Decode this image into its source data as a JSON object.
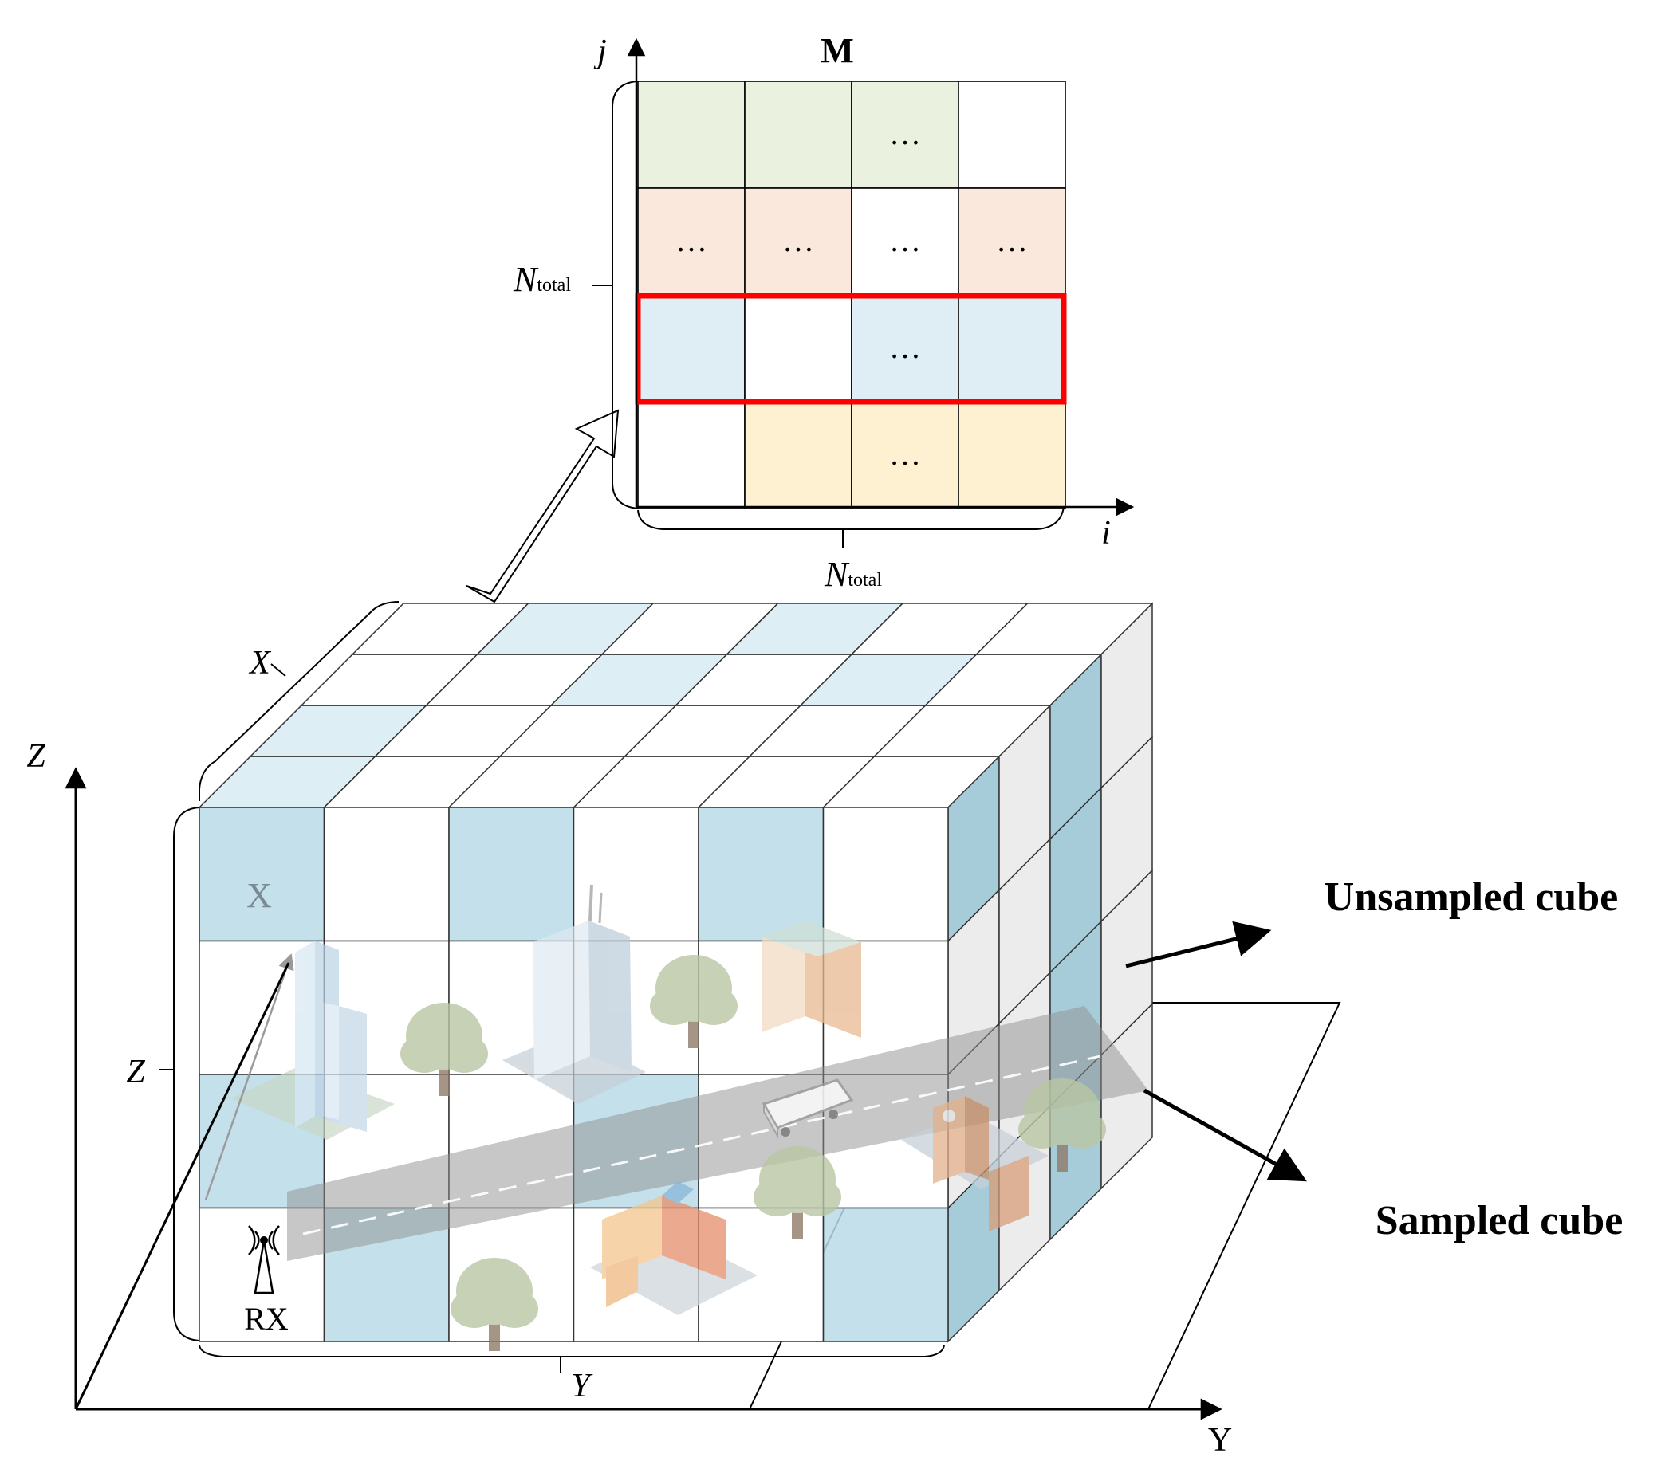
{
  "matrix": {
    "title": "M",
    "axis_row": "j",
    "axis_col": "i",
    "size_row_label": {
      "base": "N",
      "sub": "total"
    },
    "size_col_label": {
      "base": "N",
      "sub": "total"
    },
    "ellipsis": "…",
    "colors": {
      "green": "#eaf1df",
      "peach": "#fbe8dc",
      "blue": "#deeef4",
      "yellow": "#fdf1d2",
      "white": "#ffffff",
      "highlight": "#ff0000",
      "grid": "#000000"
    },
    "rows": [
      {
        "cells": [
          {
            "fill": "green",
            "text": ""
          },
          {
            "fill": "green",
            "text": ""
          },
          {
            "fill": "green",
            "text": "ellipsis"
          },
          {
            "fill": "white",
            "text": ""
          }
        ]
      },
      {
        "cells": [
          {
            "fill": "peach",
            "text": "ellipsis"
          },
          {
            "fill": "peach",
            "text": "ellipsis"
          },
          {
            "fill": "white",
            "text": "ellipsis"
          },
          {
            "fill": "peach",
            "text": "ellipsis"
          }
        ]
      },
      {
        "highlighted": true,
        "cells": [
          {
            "fill": "blue",
            "text": ""
          },
          {
            "fill": "white",
            "text": ""
          },
          {
            "fill": "blue",
            "text": "ellipsis"
          },
          {
            "fill": "blue",
            "text": ""
          }
        ]
      },
      {
        "cells": [
          {
            "fill": "white",
            "text": ""
          },
          {
            "fill": "yellow",
            "text": ""
          },
          {
            "fill": "yellow",
            "text": "ellipsis"
          },
          {
            "fill": "yellow",
            "text": ""
          }
        ]
      }
    ]
  },
  "cube": {
    "dim_x_label": "X",
    "dim_z_label": "Z",
    "dim_y_label": "Y",
    "marker_label": "X",
    "receiver_label": "RX",
    "colors": {
      "sampled_face": "#b9dbe7",
      "sampled_side": "#a6ccda",
      "unsampled_side": "#ececec",
      "top_sampled": "#ddeef5",
      "road": "#9a9a9a",
      "tree": "#b9c6a4",
      "trunk": "#8f7b6a"
    },
    "front_sampled": [
      [
        0,
        0
      ],
      [
        0,
        2
      ],
      [
        0,
        4
      ],
      [
        2,
        0
      ],
      [
        2,
        3
      ],
      [
        3,
        1
      ],
      [
        3,
        5
      ]
    ],
    "top_sampled": [
      [
        0,
        0
      ],
      [
        2,
        2
      ],
      [
        3,
        3
      ],
      [
        1,
        0
      ],
      [
        2,
        4
      ],
      [
        3,
        1
      ],
      [
        1,
        6
      ]
    ],
    "side_sampled": [
      [
        0,
        0
      ],
      [
        0,
        2
      ],
      [
        3,
        0
      ],
      [
        3,
        2
      ],
      [
        2,
        2
      ],
      [
        1,
        2
      ]
    ]
  },
  "axes": {
    "z_label": "Z",
    "y_label": "Y"
  },
  "legend": {
    "unsampled_label": "Unsampled cube",
    "sampled_label": "Sampled cube"
  }
}
